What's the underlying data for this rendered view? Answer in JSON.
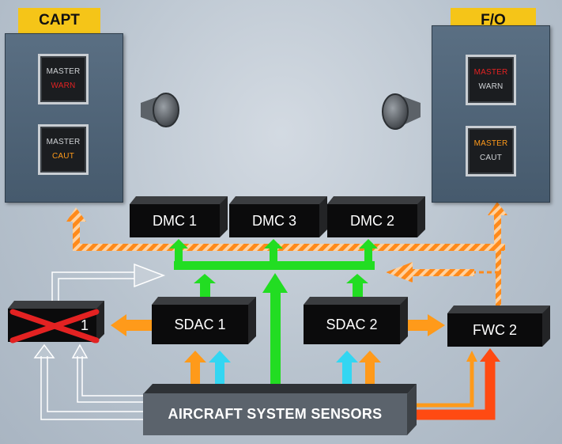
{
  "labels": {
    "capt": "CAPT",
    "fo": "F/O"
  },
  "buttons": {
    "capt_warn": {
      "line1": "MASTER",
      "line2": "WARN"
    },
    "capt_caut": {
      "line1": "MASTER",
      "line2": "CAUT"
    },
    "fo_warn": {
      "line1": "MASTER",
      "line2": "WARN"
    },
    "fo_caut": {
      "line1": "MASTER",
      "line2": "CAUT"
    }
  },
  "units": {
    "dmc1": "DMC 1",
    "dmc3": "DMC 3",
    "dmc2": "DMC 2",
    "sdac1": "SDAC 1",
    "sdac2": "SDAC 2",
    "fwc2": "FWC 2",
    "fwc1_fragment": "1",
    "sensors": "AIRCRAFT SYSTEM SENSORS"
  },
  "colors": {
    "green": "#22dd22",
    "orange": "#ff9a1a",
    "orange_red": "#ff4a12",
    "cyan": "#33d6f2",
    "panel": "#4e6275",
    "label": "#f5c518",
    "warn": "#e32222",
    "caut": "#ff9a1a"
  }
}
